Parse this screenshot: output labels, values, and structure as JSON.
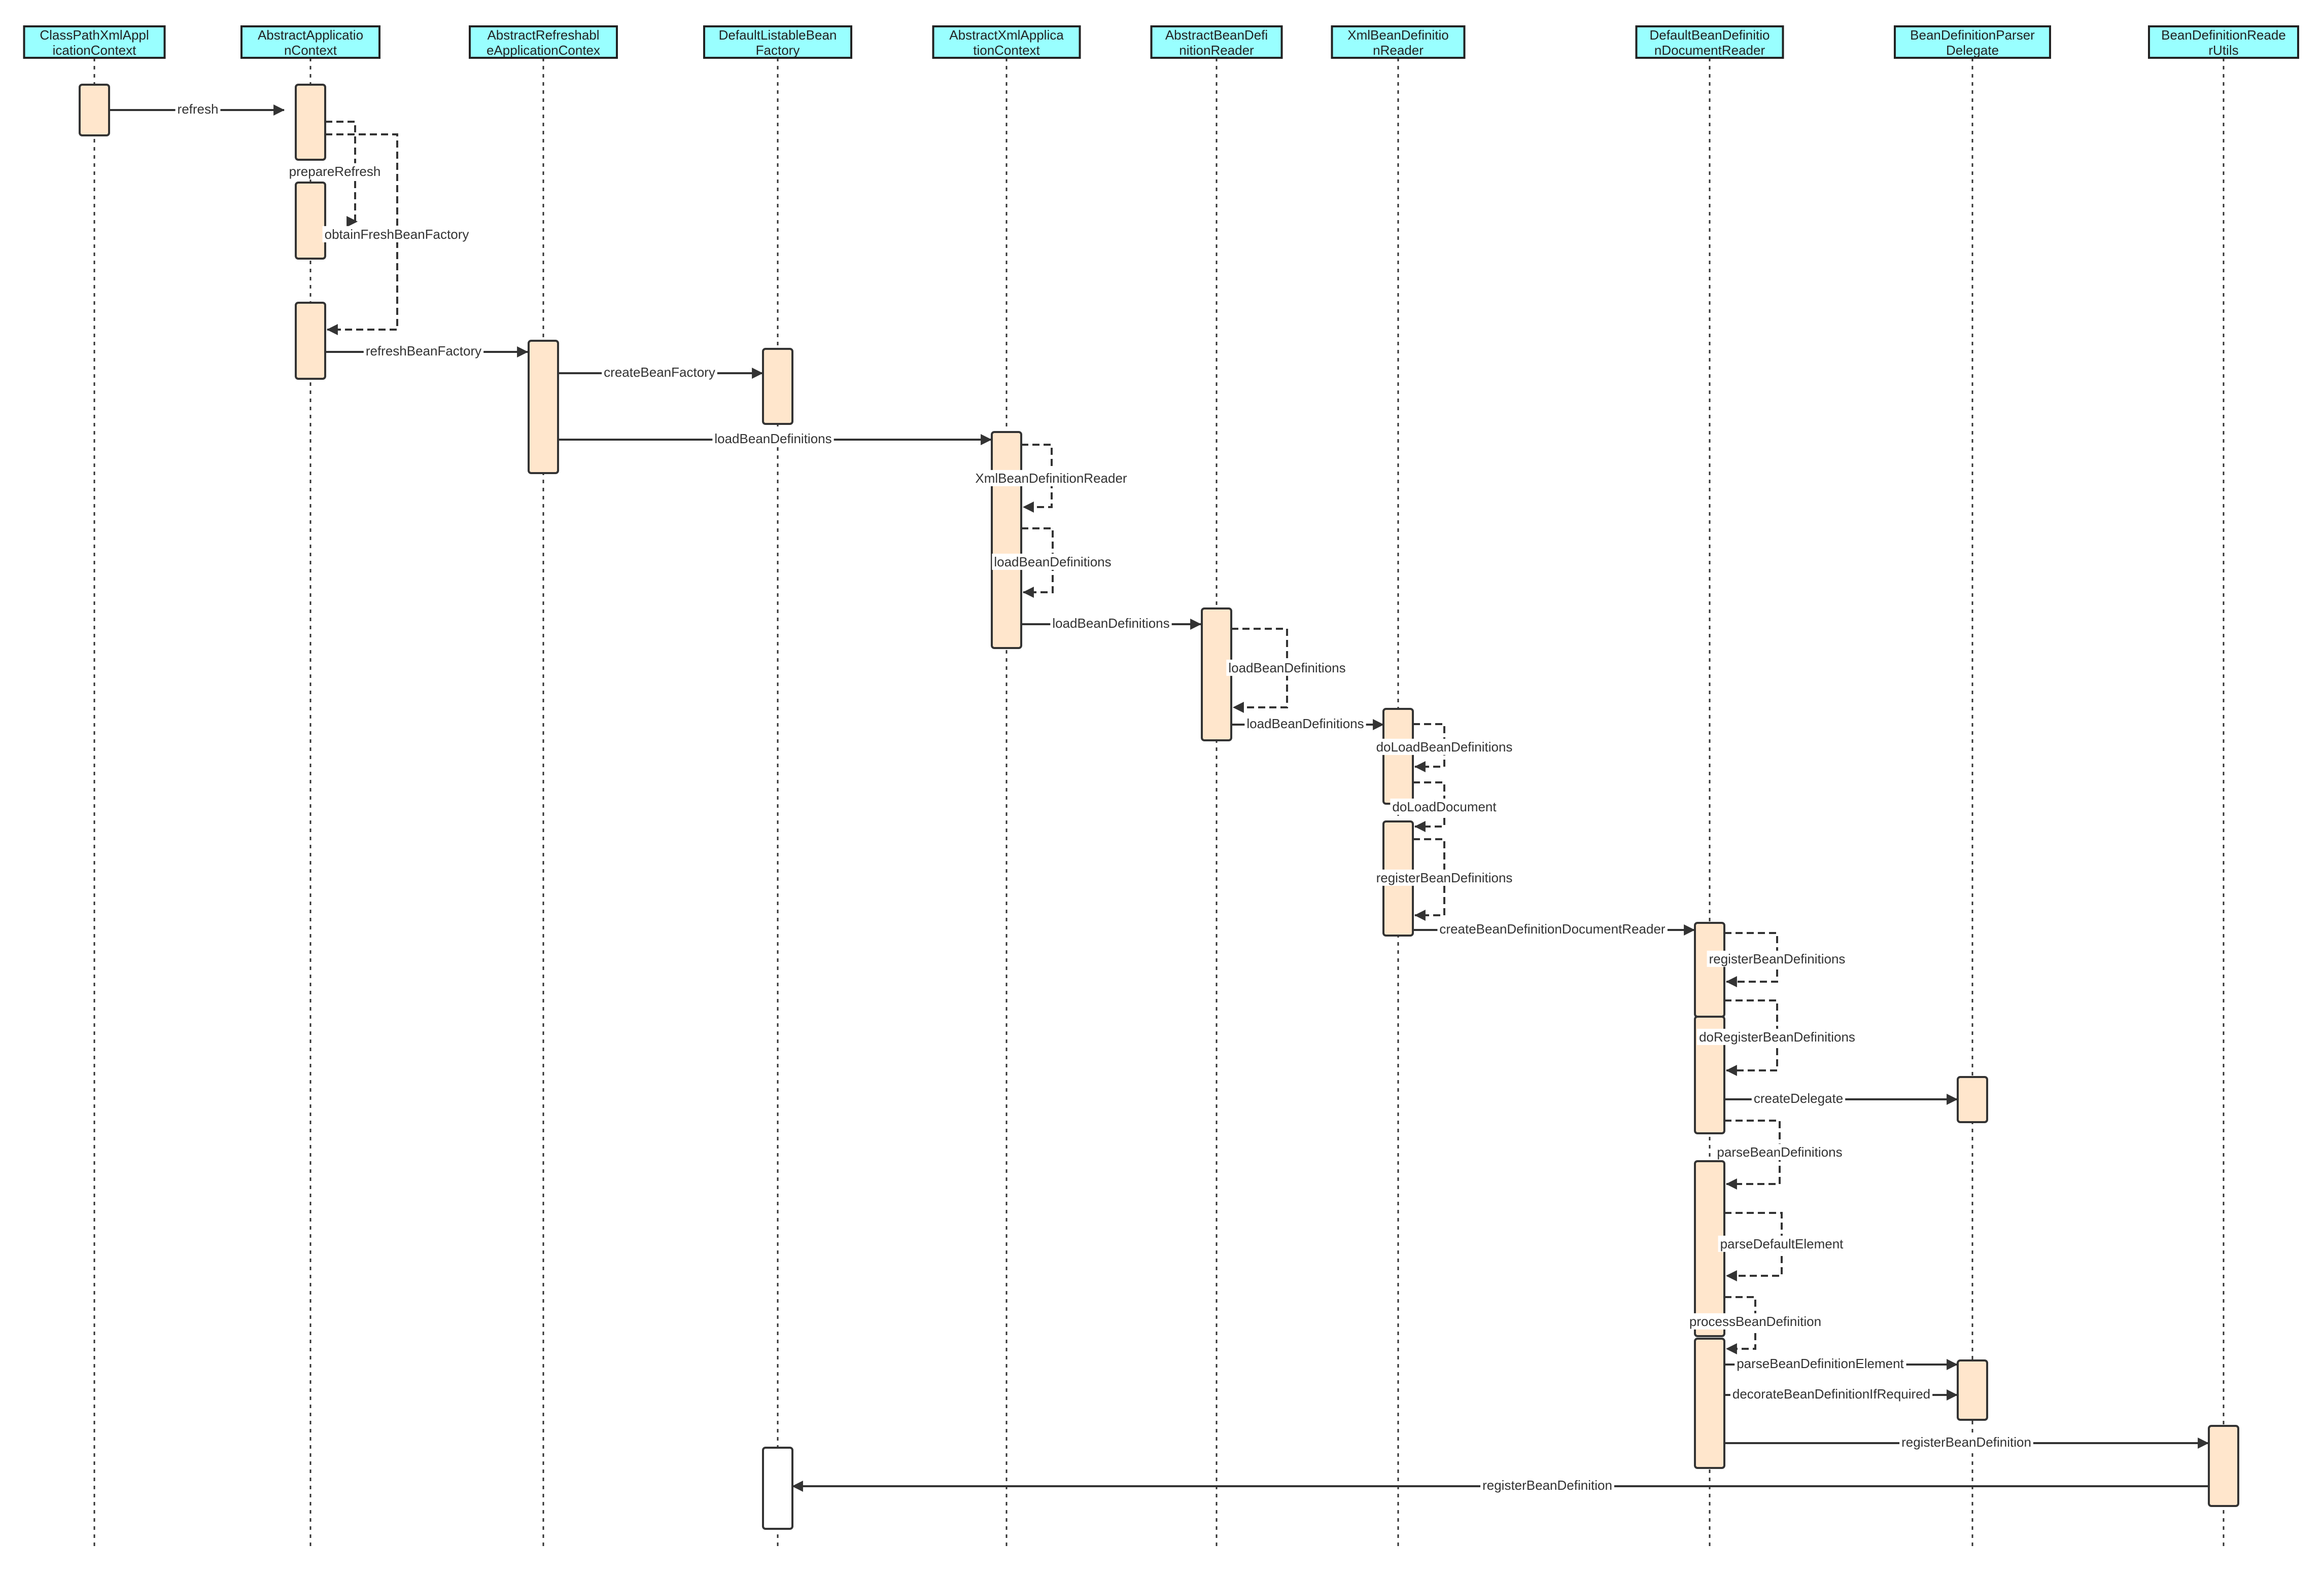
{
  "colors": {
    "header_fill": "#99FFFF",
    "header_stroke": "#222222",
    "activation_fill": "#FFE6CC",
    "activation_stroke": "#333333",
    "line": "#333333"
  },
  "participants": [
    {
      "id": "p0",
      "lines": [
        "ClassPathXmlAppl",
        "icationContext"
      ]
    },
    {
      "id": "p1",
      "lines": [
        "AbstractApplicatio",
        "nContext"
      ]
    },
    {
      "id": "p2",
      "lines": [
        "AbstractRefreshabl",
        "eApplicationContex"
      ]
    },
    {
      "id": "p3",
      "lines": [
        "DefaultListableBean",
        "Factory"
      ]
    },
    {
      "id": "p4",
      "lines": [
        "AbstractXmlApplica",
        "tionContext"
      ]
    },
    {
      "id": "p5",
      "lines": [
        "AbstractBeanDefi",
        "nitionReader"
      ]
    },
    {
      "id": "p6",
      "lines": [
        "XmlBeanDefinitio",
        "nReader"
      ]
    },
    {
      "id": "p7",
      "lines": [
        "DefaultBeanDefinitio",
        "nDocumentReader"
      ]
    },
    {
      "id": "p8",
      "lines": [
        "BeanDefinitionParser",
        "Delegate"
      ]
    },
    {
      "id": "p9",
      "lines": [
        "BeanDefinitionReade",
        "rUtils"
      ]
    }
  ],
  "messages": [
    {
      "id": "m1",
      "label": "refresh",
      "kind": "call",
      "from": "p0",
      "to": "p1"
    },
    {
      "id": "m2",
      "label": "prepareRefresh",
      "kind": "self",
      "on": "p1"
    },
    {
      "id": "m3",
      "label": "obtainFreshBeanFactory",
      "kind": "self",
      "on": "p1"
    },
    {
      "id": "m4",
      "label": "refreshBeanFactory",
      "kind": "call",
      "from": "p1",
      "to": "p2"
    },
    {
      "id": "m5",
      "label": "createBeanFactory",
      "kind": "call",
      "from": "p2",
      "to": "p3"
    },
    {
      "id": "m6",
      "label": "loadBeanDefinitions",
      "kind": "call",
      "from": "p2",
      "to": "p4"
    },
    {
      "id": "m7",
      "label": "XmlBeanDefinitionReader",
      "kind": "self",
      "on": "p4"
    },
    {
      "id": "m8",
      "label": "loadBeanDefinitions",
      "kind": "self",
      "on": "p4"
    },
    {
      "id": "m9",
      "label": "loadBeanDefinitions",
      "kind": "call",
      "from": "p4",
      "to": "p5"
    },
    {
      "id": "m10",
      "label": "loadBeanDefinitions",
      "kind": "self",
      "on": "p5"
    },
    {
      "id": "m11",
      "label": "loadBeanDefinitions",
      "kind": "call",
      "from": "p5",
      "to": "p6"
    },
    {
      "id": "m12",
      "label": "doLoadBeanDefinitions",
      "kind": "self",
      "on": "p6"
    },
    {
      "id": "m13",
      "label": "doLoadDocument",
      "kind": "self",
      "on": "p6"
    },
    {
      "id": "m14",
      "label": "registerBeanDefinitions",
      "kind": "self",
      "on": "p6"
    },
    {
      "id": "m15",
      "label": "createBeanDefinitionDocumentReader",
      "kind": "call",
      "from": "p6",
      "to": "p7"
    },
    {
      "id": "m16",
      "label": "registerBeanDefinitions",
      "kind": "self",
      "on": "p7"
    },
    {
      "id": "m17",
      "label": "doRegisterBeanDefinitions",
      "kind": "self",
      "on": "p7"
    },
    {
      "id": "m18",
      "label": "createDelegate",
      "kind": "call",
      "from": "p7",
      "to": "p8"
    },
    {
      "id": "m19",
      "label": "parseBeanDefinitions",
      "kind": "self",
      "on": "p7"
    },
    {
      "id": "m20",
      "label": "parseDefaultElement",
      "kind": "self",
      "on": "p7"
    },
    {
      "id": "m21",
      "label": "processBeanDefinition",
      "kind": "self",
      "on": "p7"
    },
    {
      "id": "m22",
      "label": "parseBeanDefinitionElement",
      "kind": "call",
      "from": "p7",
      "to": "p8"
    },
    {
      "id": "m23",
      "label": "decorateBeanDefinitionIfRequired",
      "kind": "call",
      "from": "p7",
      "to": "p8"
    },
    {
      "id": "m24",
      "label": "registerBeanDefinition",
      "kind": "call",
      "from": "p7",
      "to": "p9"
    },
    {
      "id": "m25",
      "label": "registerBeanDefinition",
      "kind": "call",
      "from": "p9",
      "to": "p3"
    }
  ]
}
